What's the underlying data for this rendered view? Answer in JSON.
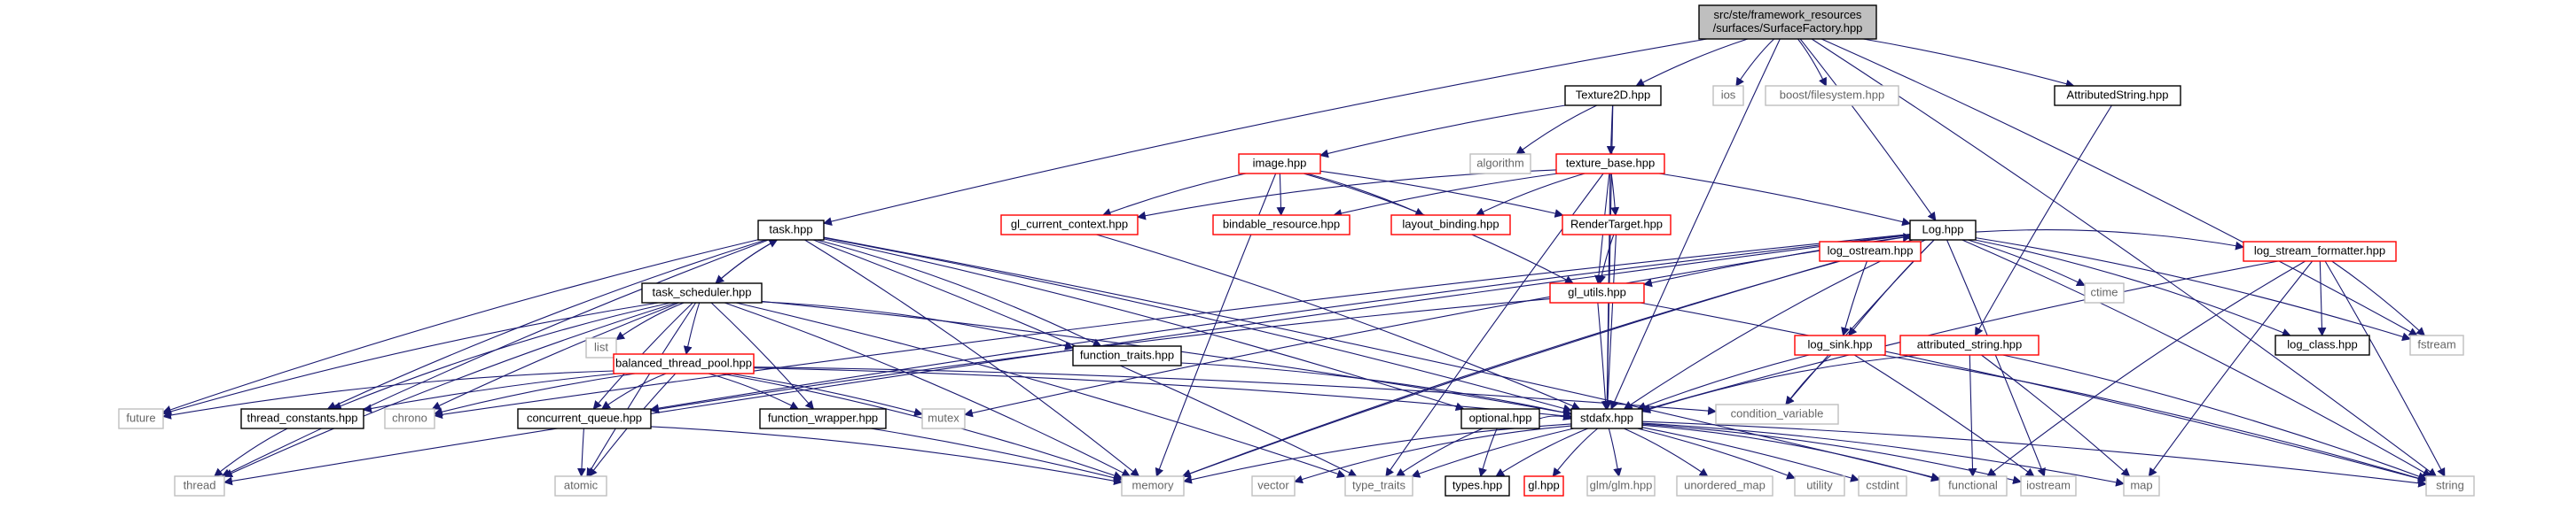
{
  "diagram": {
    "colors": {
      "edge": "#191970",
      "root_fill": "#bfbfbf",
      "root_border": "#000000",
      "normal_border": "#000000",
      "link_border": "#ff0000",
      "external_border": "#bfbfbf",
      "text": "#000000",
      "external_text": "#666666"
    },
    "nodes": [
      {
        "id": "root",
        "lines": [
          "src/ste/framework_resources",
          "/surfaces/SurfaceFactory.hpp"
        ],
        "kind": "root"
      },
      {
        "id": "texture2d",
        "lines": [
          "Texture2D.hpp"
        ],
        "kind": "normal"
      },
      {
        "id": "ios",
        "lines": [
          "ios"
        ],
        "kind": "external"
      },
      {
        "id": "boostfs",
        "lines": [
          "boost/filesystem.hpp"
        ],
        "kind": "external"
      },
      {
        "id": "attrstring",
        "lines": [
          "AttributedString.hpp"
        ],
        "kind": "normal"
      },
      {
        "id": "algorithm",
        "lines": [
          "algorithm"
        ],
        "kind": "external"
      },
      {
        "id": "image",
        "lines": [
          "image.hpp"
        ],
        "kind": "link"
      },
      {
        "id": "texbase",
        "lines": [
          "texture_base.hpp"
        ],
        "kind": "link"
      },
      {
        "id": "glctx",
        "lines": [
          "gl_current_context.hpp"
        ],
        "kind": "link"
      },
      {
        "id": "bindable",
        "lines": [
          "bindable_resource.hpp"
        ],
        "kind": "link"
      },
      {
        "id": "layout",
        "lines": [
          "layout_binding.hpp"
        ],
        "kind": "link"
      },
      {
        "id": "rtarget",
        "lines": [
          "RenderTarget.hpp"
        ],
        "kind": "link"
      },
      {
        "id": "task",
        "lines": [
          "task.hpp"
        ],
        "kind": "normal"
      },
      {
        "id": "log",
        "lines": [
          "Log.hpp"
        ],
        "kind": "normal"
      },
      {
        "id": "tasksched",
        "lines": [
          "task_scheduler.hpp"
        ],
        "kind": "normal"
      },
      {
        "id": "glutils",
        "lines": [
          "gl_utils.hpp"
        ],
        "kind": "link"
      },
      {
        "id": "logostream",
        "lines": [
          "log_ostream.hpp"
        ],
        "kind": "link"
      },
      {
        "id": "ctime",
        "lines": [
          "ctime"
        ],
        "kind": "external"
      },
      {
        "id": "logfmt",
        "lines": [
          "log_stream_formatter.hpp"
        ],
        "kind": "link"
      },
      {
        "id": "list",
        "lines": [
          "list"
        ],
        "kind": "external"
      },
      {
        "id": "functraits",
        "lines": [
          "function_traits.hpp"
        ],
        "kind": "normal"
      },
      {
        "id": "logsink",
        "lines": [
          "log_sink.hpp"
        ],
        "kind": "link"
      },
      {
        "id": "attrstr2",
        "lines": [
          "attributed_string.hpp"
        ],
        "kind": "link"
      },
      {
        "id": "logclass",
        "lines": [
          "log_class.hpp"
        ],
        "kind": "normal"
      },
      {
        "id": "fstream",
        "lines": [
          "fstream"
        ],
        "kind": "external"
      },
      {
        "id": "balpool",
        "lines": [
          "balanced_thread_pool.hpp"
        ],
        "kind": "link"
      },
      {
        "id": "condvar",
        "lines": [
          "condition_variable"
        ],
        "kind": "external"
      },
      {
        "id": "future",
        "lines": [
          "future"
        ],
        "kind": "external"
      },
      {
        "id": "threadconst",
        "lines": [
          "thread_constants.hpp"
        ],
        "kind": "normal"
      },
      {
        "id": "chrono",
        "lines": [
          "chrono"
        ],
        "kind": "external"
      },
      {
        "id": "concqueue",
        "lines": [
          "concurrent_queue.hpp"
        ],
        "kind": "normal"
      },
      {
        "id": "funcwrap",
        "lines": [
          "function_wrapper.hpp"
        ],
        "kind": "normal"
      },
      {
        "id": "mutex",
        "lines": [
          "mutex"
        ],
        "kind": "external"
      },
      {
        "id": "optional",
        "lines": [
          "optional.hpp"
        ],
        "kind": "normal"
      },
      {
        "id": "stdafx",
        "lines": [
          "stdafx.hpp"
        ],
        "kind": "normal"
      },
      {
        "id": "thread",
        "lines": [
          "thread"
        ],
        "kind": "external"
      },
      {
        "id": "atomic",
        "lines": [
          "atomic"
        ],
        "kind": "external"
      },
      {
        "id": "memory",
        "lines": [
          "memory"
        ],
        "kind": "external"
      },
      {
        "id": "vector",
        "lines": [
          "vector"
        ],
        "kind": "external"
      },
      {
        "id": "typetraits",
        "lines": [
          "type_traits"
        ],
        "kind": "external"
      },
      {
        "id": "types",
        "lines": [
          "types.hpp"
        ],
        "kind": "normal"
      },
      {
        "id": "glhpp",
        "lines": [
          "gl.hpp"
        ],
        "kind": "link"
      },
      {
        "id": "glmglm",
        "lines": [
          "glm/glm.hpp"
        ],
        "kind": "external"
      },
      {
        "id": "umap",
        "lines": [
          "unordered_map"
        ],
        "kind": "external"
      },
      {
        "id": "utility",
        "lines": [
          "utility"
        ],
        "kind": "external"
      },
      {
        "id": "cstdint",
        "lines": [
          "cstdint"
        ],
        "kind": "external"
      },
      {
        "id": "functional",
        "lines": [
          "functional"
        ],
        "kind": "external"
      },
      {
        "id": "iostream",
        "lines": [
          "iostream"
        ],
        "kind": "external"
      },
      {
        "id": "map",
        "lines": [
          "map"
        ],
        "kind": "external"
      },
      {
        "id": "string",
        "lines": [
          "string"
        ],
        "kind": "external"
      }
    ],
    "edges": [
      [
        "root",
        "texture2d"
      ],
      [
        "root",
        "ios"
      ],
      [
        "root",
        "boostfs"
      ],
      [
        "root",
        "attrstring"
      ],
      [
        "root",
        "task"
      ],
      [
        "root",
        "log"
      ],
      [
        "root",
        "fstream"
      ],
      [
        "root",
        "string"
      ],
      [
        "root",
        "stdafx"
      ],
      [
        "texture2d",
        "algorithm"
      ],
      [
        "texture2d",
        "image"
      ],
      [
        "texture2d",
        "texbase"
      ],
      [
        "texture2d",
        "stdafx"
      ],
      [
        "image",
        "glctx"
      ],
      [
        "image",
        "bindable"
      ],
      [
        "image",
        "layout"
      ],
      [
        "image",
        "rtarget"
      ],
      [
        "image",
        "glutils"
      ],
      [
        "image",
        "memory"
      ],
      [
        "texbase",
        "glctx"
      ],
      [
        "texbase",
        "bindable"
      ],
      [
        "texbase",
        "layout"
      ],
      [
        "texbase",
        "rtarget"
      ],
      [
        "texbase",
        "log"
      ],
      [
        "texbase",
        "glutils"
      ],
      [
        "texbase",
        "stdafx"
      ],
      [
        "texbase",
        "typetraits"
      ],
      [
        "glctx",
        "stdafx"
      ],
      [
        "rtarget",
        "glutils"
      ],
      [
        "rtarget",
        "stdafx"
      ],
      [
        "attrstring",
        "attrstr2"
      ],
      [
        "task",
        "tasksched"
      ],
      [
        "task",
        "functraits"
      ],
      [
        "task",
        "future"
      ],
      [
        "task",
        "threadconst"
      ],
      [
        "task",
        "thread"
      ],
      [
        "task",
        "memory"
      ],
      [
        "task",
        "typetraits"
      ],
      [
        "task",
        "optional"
      ],
      [
        "task",
        "stdafx"
      ],
      [
        "task",
        "functional"
      ],
      [
        "tasksched",
        "task"
      ],
      [
        "tasksched",
        "list"
      ],
      [
        "tasksched",
        "future"
      ],
      [
        "tasksched",
        "threadconst"
      ],
      [
        "tasksched",
        "chrono"
      ],
      [
        "tasksched",
        "thread"
      ],
      [
        "tasksched",
        "balpool"
      ],
      [
        "tasksched",
        "concqueue"
      ],
      [
        "tasksched",
        "funcwrap"
      ],
      [
        "tasksched",
        "functraits"
      ],
      [
        "tasksched",
        "memory"
      ],
      [
        "tasksched",
        "atomic"
      ],
      [
        "tasksched",
        "typetraits"
      ],
      [
        "tasksched",
        "stdafx"
      ],
      [
        "log",
        "glutils"
      ],
      [
        "log",
        "logostream"
      ],
      [
        "log",
        "ctime"
      ],
      [
        "log",
        "logfmt"
      ],
      [
        "log",
        "logsink"
      ],
      [
        "log",
        "logclass"
      ],
      [
        "log",
        "fstream"
      ],
      [
        "log",
        "string"
      ],
      [
        "log",
        "chrono"
      ],
      [
        "log",
        "thread"
      ],
      [
        "log",
        "concqueue"
      ],
      [
        "log",
        "condvar"
      ],
      [
        "log",
        "mutex"
      ],
      [
        "log",
        "memory"
      ],
      [
        "log",
        "stdafx"
      ],
      [
        "log",
        "iostream"
      ],
      [
        "glutils",
        "stdafx"
      ],
      [
        "glutils",
        "string"
      ],
      [
        "glutils",
        "concqueue"
      ],
      [
        "logostream",
        "logsink"
      ],
      [
        "logostream",
        "memory"
      ],
      [
        "logfmt",
        "logclass"
      ],
      [
        "logfmt",
        "fstream"
      ],
      [
        "logfmt",
        "string"
      ],
      [
        "logfmt",
        "map"
      ],
      [
        "logfmt",
        "functional"
      ],
      [
        "logfmt",
        "stdafx"
      ],
      [
        "logsink",
        "stdafx"
      ],
      [
        "logsink",
        "condvar"
      ],
      [
        "logsink",
        "iostream"
      ],
      [
        "logsink",
        "string"
      ],
      [
        "attrstr2",
        "stdafx"
      ],
      [
        "attrstr2",
        "functional"
      ],
      [
        "attrstr2",
        "map"
      ],
      [
        "attrstr2",
        "string"
      ],
      [
        "functraits",
        "stdafx"
      ],
      [
        "balpool",
        "future"
      ],
      [
        "balpool",
        "threadconst"
      ],
      [
        "balpool",
        "chrono"
      ],
      [
        "balpool",
        "concqueue"
      ],
      [
        "balpool",
        "funcwrap"
      ],
      [
        "balpool",
        "mutex"
      ],
      [
        "balpool",
        "atomic"
      ],
      [
        "balpool",
        "memory"
      ],
      [
        "balpool",
        "stdafx"
      ],
      [
        "balpool",
        "condvar"
      ],
      [
        "threadconst",
        "thread"
      ],
      [
        "concqueue",
        "atomic"
      ],
      [
        "concqueue",
        "memory"
      ],
      [
        "funcwrap",
        "memory"
      ],
      [
        "optional",
        "stdafx"
      ],
      [
        "optional",
        "types"
      ],
      [
        "optional",
        "typetraits"
      ],
      [
        "stdafx",
        "memory"
      ],
      [
        "stdafx",
        "vector"
      ],
      [
        "stdafx",
        "typetraits"
      ],
      [
        "stdafx",
        "types"
      ],
      [
        "stdafx",
        "glhpp"
      ],
      [
        "stdafx",
        "glmglm"
      ],
      [
        "stdafx",
        "umap"
      ],
      [
        "stdafx",
        "utility"
      ],
      [
        "stdafx",
        "cstdint"
      ],
      [
        "stdafx",
        "functional"
      ],
      [
        "stdafx",
        "iostream"
      ],
      [
        "stdafx",
        "map"
      ],
      [
        "stdafx",
        "string"
      ]
    ]
  }
}
